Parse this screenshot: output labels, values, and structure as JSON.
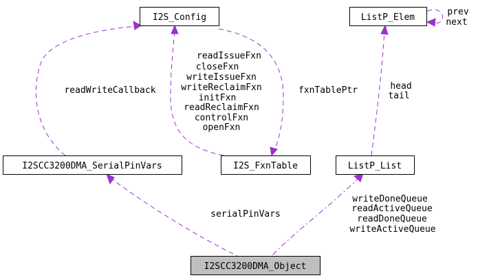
{
  "nodes": {
    "i2s_config": "I2S_Config",
    "listp_elem": "ListP_Elem",
    "serial_pin_vars": "I2SCC3200DMA_SerialPinVars",
    "fxn_table": "I2S_FxnTable",
    "listp_list": "ListP_List",
    "object": "I2SCC3200DMA_Object"
  },
  "edges": {
    "read_write_callback": "readWriteCallback",
    "fxn_table_ptr": "fxnTablePtr",
    "fxn_table_to_config": [
      "readIssueFxn",
      "closeFxn",
      "writeIssueFxn",
      "writeReclaimFxn",
      "initFxn",
      "readReclaimFxn",
      "controlFxn",
      "openFxn"
    ],
    "head_tail": [
      "head",
      "tail"
    ],
    "prev_next": [
      "prev",
      "next"
    ],
    "serial_pin_vars": "serialPinVars",
    "queues": [
      "writeDoneQueue",
      "readActiveQueue",
      "readDoneQueue",
      "writeActiveQueue"
    ]
  },
  "colors": {
    "edge": "#9a32cd",
    "focus_fill": "#bfbfbf"
  }
}
